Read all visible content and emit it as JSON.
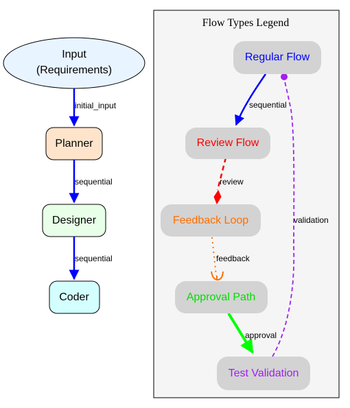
{
  "main_flow": {
    "nodes": {
      "input": {
        "line1": "Input",
        "line2": "(Requirements)",
        "fill": "#e8f4ff"
      },
      "planner": {
        "label": "Planner",
        "fill": "#ffe4cc"
      },
      "designer": {
        "label": "Designer",
        "fill": "#e8ffe8"
      },
      "coder": {
        "label": "Coder",
        "fill": "#d4ffff"
      }
    },
    "edges": {
      "input_planner": "initial_input",
      "planner_designer": "sequential",
      "designer_coder": "sequential"
    },
    "edge_color": "#0000ff"
  },
  "legend": {
    "title": "Flow Types Legend",
    "nodes": {
      "regular": {
        "label": "Regular Flow",
        "color": "#0000ff"
      },
      "review": {
        "label": "Review Flow",
        "color": "#ff0000"
      },
      "feedback": {
        "label": "Feedback Loop",
        "color": "#ff6f00"
      },
      "approval": {
        "label": "Approval Path",
        "color": "#00dd00"
      },
      "test": {
        "label": "Test Validation",
        "color": "#a020f0"
      }
    },
    "edges": {
      "sequential": "sequential",
      "review": "review",
      "feedback": "feedback",
      "approval": "approval",
      "validation": "validation"
    }
  }
}
